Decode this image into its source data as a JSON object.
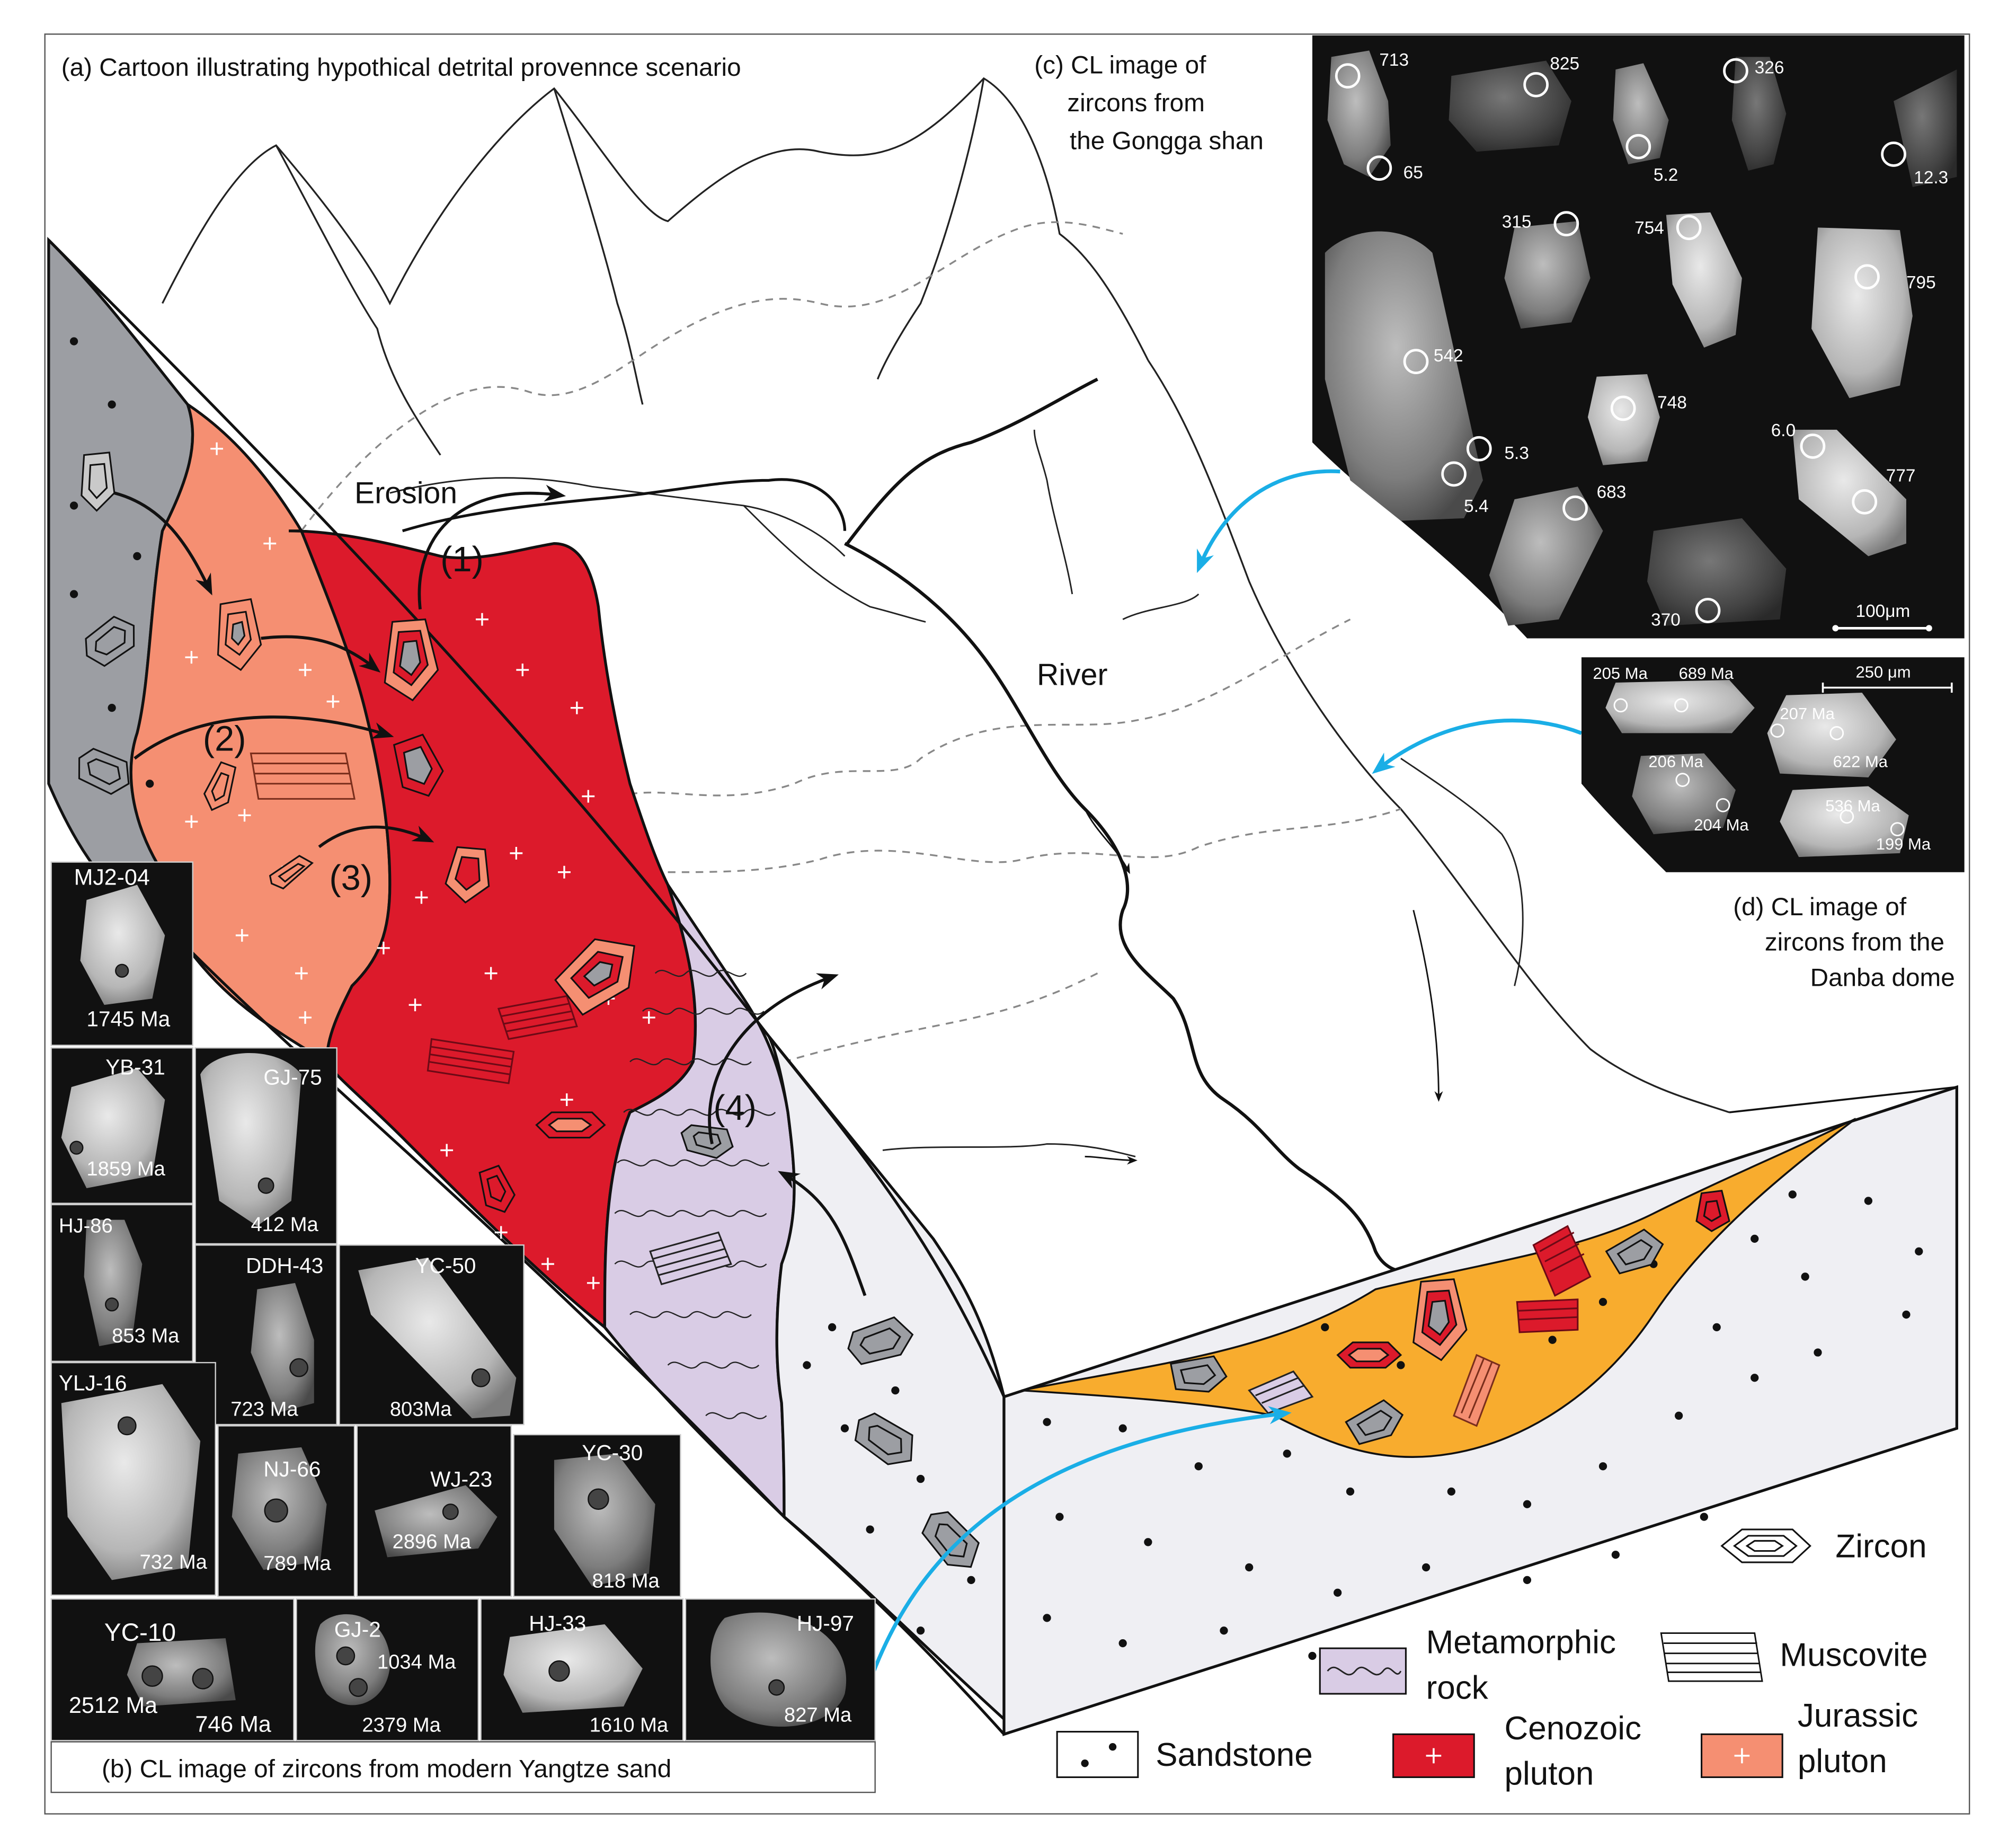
{
  "captions": {
    "a": "(a) Cartoon illustrating hypothical detrital provennce scenario",
    "b": "(b) CL image of zircons from modern Yangtze sand",
    "c": [
      "(c) CL image of",
      "zircons from",
      "the Gongga shan"
    ],
    "d": [
      "(d) CL image of",
      "zircons from the",
      "Danba dome"
    ]
  },
  "labels": {
    "erosion": "Erosion",
    "river": "River",
    "steps": [
      "(1)",
      "(2)",
      "(3)",
      "(4)"
    ]
  },
  "legend": {
    "zircon": "Zircon",
    "metamorphic": [
      "Metamorphic",
      "rock"
    ],
    "muscovite": "Muscovite",
    "sandstone": "Sandstone",
    "cenozoic": [
      "Cenozoic",
      "pluton"
    ],
    "jurassic": [
      "Jurassic",
      "pluton"
    ]
  },
  "gongga": {
    "ages": [
      "713",
      "65",
      "825",
      "5.2",
      "326",
      "12.3",
      "315",
      "754",
      "795",
      "542",
      "5.3",
      "5.4",
      "748",
      "6.0",
      "777",
      "683",
      "370"
    ],
    "scale": "100μm"
  },
  "danba": {
    "ages": [
      "205 Ma",
      "689 Ma",
      "207 Ma",
      "622 Ma",
      "206 Ma",
      "204 Ma",
      "536 Ma",
      "199 Ma"
    ],
    "scale": "250 μm"
  },
  "yangtze": {
    "samples": [
      {
        "id": "MJ2-04",
        "ages": [
          "1745 Ma"
        ]
      },
      {
        "id": "YB-31",
        "ages": [
          "1859 Ma"
        ]
      },
      {
        "id": "GJ-75",
        "ages": [
          "412 Ma"
        ]
      },
      {
        "id": "HJ-86",
        "ages": [
          "853 Ma"
        ]
      },
      {
        "id": "DDH-43",
        "ages": [
          "723 Ma"
        ]
      },
      {
        "id": "YC-50",
        "ages": [
          "803Ma"
        ]
      },
      {
        "id": "YLJ-16",
        "ages": [
          "732 Ma"
        ]
      },
      {
        "id": "NJ-66",
        "ages": [
          "789 Ma"
        ]
      },
      {
        "id": "WJ-23",
        "ages": [
          "2896 Ma"
        ]
      },
      {
        "id": "YC-30",
        "ages": [
          "818 Ma"
        ]
      },
      {
        "id": "YC-10",
        "ages": [
          "2512 Ma",
          "746 Ma"
        ]
      },
      {
        "id": "GJ-2",
        "ages": [
          "1034 Ma",
          "2379 Ma"
        ]
      },
      {
        "id": "HJ-33",
        "ages": [
          "1610 Ma"
        ]
      },
      {
        "id": "HJ-97",
        "ages": [
          "827 Ma"
        ]
      }
    ]
  },
  "colors": {
    "cenozoic_pluton": "#dc1a2b",
    "jurassic_pluton": "#f58f72",
    "metamorphic_rock": "#d9cce5",
    "sandstone_gray": "#9c9ea3",
    "sandstone_light": "#efeff3",
    "sediment_fan": "#f8ac2e",
    "arrow_blue": "#1aaee6",
    "cl_background": "#111111"
  }
}
